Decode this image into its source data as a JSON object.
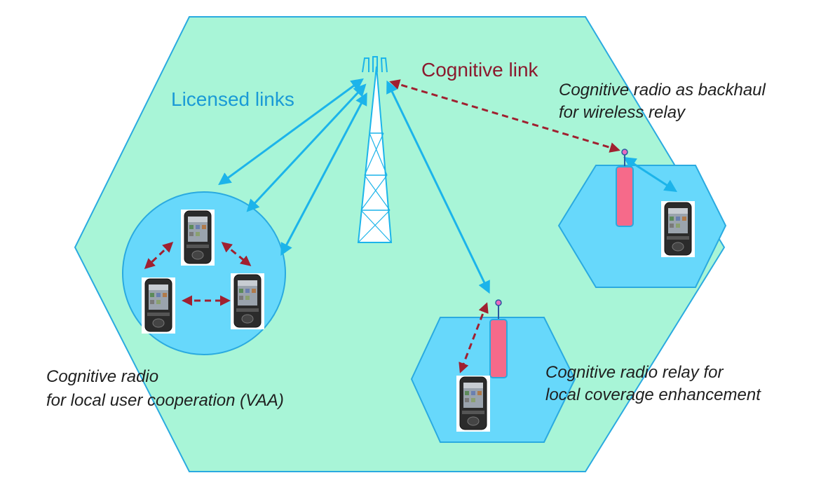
{
  "labels": {
    "licensed_links": "Licensed links",
    "cognitive_link": "Cognitive link",
    "backhaul_line1": "Cognitive radio as backhaul",
    "backhaul_line2": "for wireless relay",
    "vaa_line1": "Cognitive radio",
    "vaa_line2": "for local user cooperation (VAA)",
    "relay_line1": "Cognitive radio relay for",
    "relay_line2": "local coverage enhancement"
  },
  "colors": {
    "big_cell": "#a8f5d7",
    "small_cell": "#67d8fb",
    "licensed_link": "#1cb4ea",
    "cognitive_link": "#a02030",
    "relay_antenna": "#f66a8a",
    "border": "#2aaae0"
  }
}
